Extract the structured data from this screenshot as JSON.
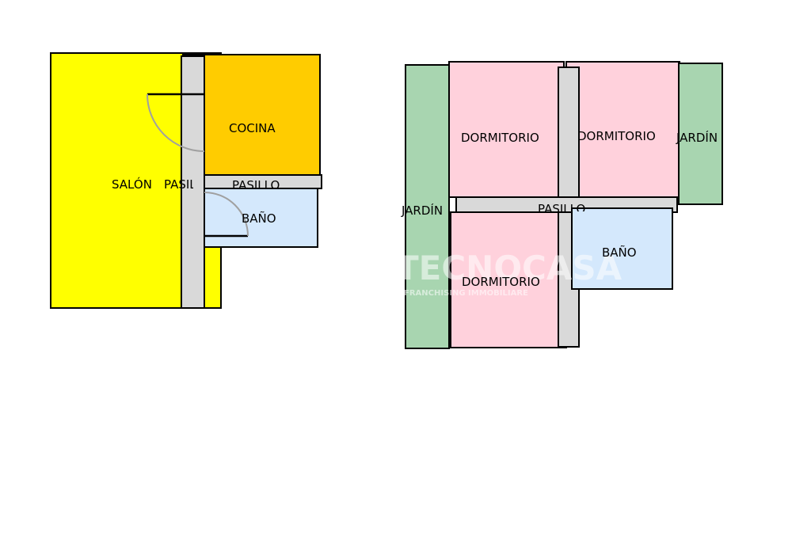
{
  "floor_plan_1": {
    "rooms": {
      "salon": "SALÓN",
      "pasillo_vertical": "PASILLO",
      "cocina": "COCINA",
      "pasillo_horizontal": "PASILLO",
      "bano": "BAÑO"
    }
  },
  "floor_plan_2": {
    "rooms": {
      "jardin_left": "JARDÍN",
      "dormitorio_top_left": "DORMITORIO",
      "dormitorio_top_right": "DORMITORIO",
      "jardin_right": "JARDÍN",
      "pasillo": "PASILLO",
      "dormitorio_bottom": "DORMITORIO",
      "bano": "BAÑO"
    }
  },
  "watermark": {
    "brand": "TECNOCASA",
    "tagline": "FRANCHISING IMMOBILIARE"
  },
  "colors": {
    "salon": "#ffff00",
    "cocina": "#ffcc00",
    "bano": "#d4e8fc",
    "pasillo": "#d9d9d9",
    "dormitorio": "#ffd1dc",
    "jardin": "#a8d5b0",
    "wall": "#000000",
    "door_arc": "#a0a0a0"
  }
}
